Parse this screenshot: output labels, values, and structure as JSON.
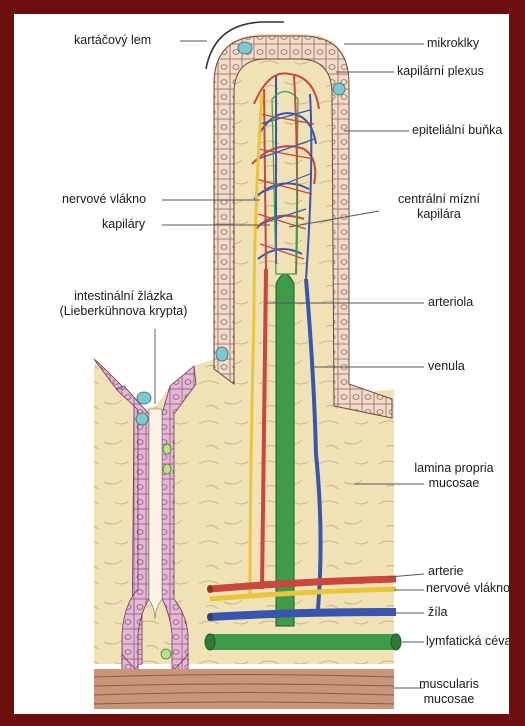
{
  "labels": {
    "brush_border": "kartáčový lem",
    "microvilli": "mikroklky",
    "capillary_plexus": "kapilární plexus",
    "epithelial_cell": "epiteliální buňka",
    "nerve_fiber_top": "nervové vlákno",
    "capillaries": "kapiláry",
    "central_lymph_line1": "centrální mízní",
    "central_lymph_line2": "kapilára",
    "gland_line1": "intestinální žlázka",
    "gland_line2": "(Lieberkühnova krypta)",
    "arteriole": "arteriola",
    "venule": "venula",
    "lamina_line1": "lamina propria",
    "lamina_line2": "mucosae",
    "artery": "arterie",
    "nerve_fiber_bottom": "nervové vlákno",
    "vein": "žíla",
    "lymph_vessel": "lymfatická céva",
    "muscularis_line1": "muscularis",
    "muscularis_line2": "mucosae"
  },
  "colors": {
    "frame": "#6e0f0f",
    "epithelium": "#f3dccb",
    "lamina_propria": "#f0e2b6",
    "artery_red": "#c9473c",
    "vein_blue": "#3a55b0",
    "lymph_green": "#3f9a4a",
    "nerve_yellow": "#e8c63a",
    "goblet_cyan": "#7fc7cf",
    "crypt_pink": "#e6b6d6",
    "muscularis": "#c9957a"
  }
}
